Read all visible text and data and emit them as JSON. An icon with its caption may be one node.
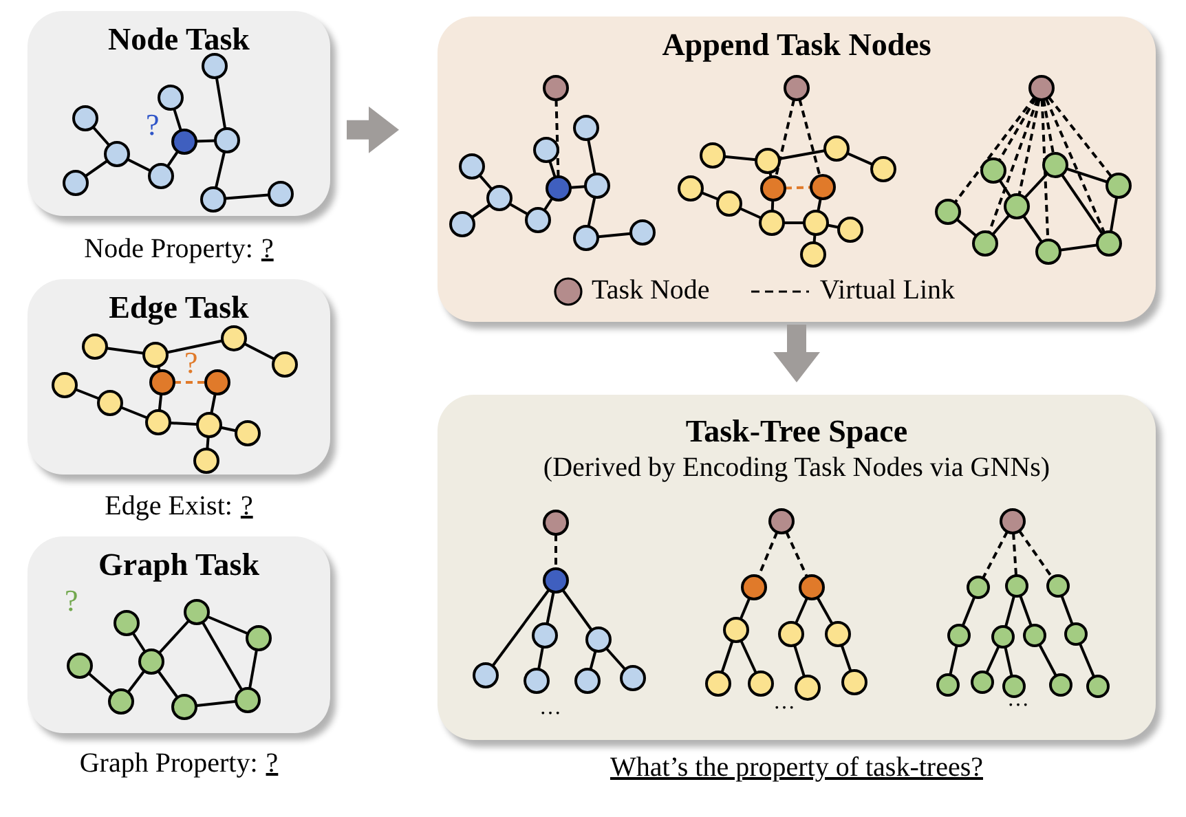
{
  "diagram": {
    "nodes": [
      {
        "text": [
          "Node Task",
          "?"
        ],
        "beside": [
          "Node Property:",
          "?"
        ]
      },
      {
        "text": [
          "Edge Task",
          "?"
        ],
        "beside": [
          "Edge Exist:",
          "?"
        ]
      },
      {
        "text": [
          "Graph Task",
          "?"
        ],
        "beside": [
          "Graph Property:",
          "?"
        ]
      },
      {
        "text": [
          "Append Task Nodes"
        ]
      },
      {
        "text": [
          "Task-Tree Space",
          "(Derived by Encoding Task Nodes via GNNs)"
        ],
        "beside": [
          "What’s the property of task-trees?"
        ]
      }
    ],
    "edges": [
      {
        "from": 0,
        "to": 3,
        "arrow": "to"
      },
      {
        "from": 3,
        "to": 4,
        "arrow": "to"
      }
    ],
    "labels": [
      "…",
      "…",
      "…"
    ],
    "legend": [
      {
        "text": "Task Node",
        "color": "#b48c8c"
      },
      {
        "text": "Virtual Link"
      }
    ]
  }
}
